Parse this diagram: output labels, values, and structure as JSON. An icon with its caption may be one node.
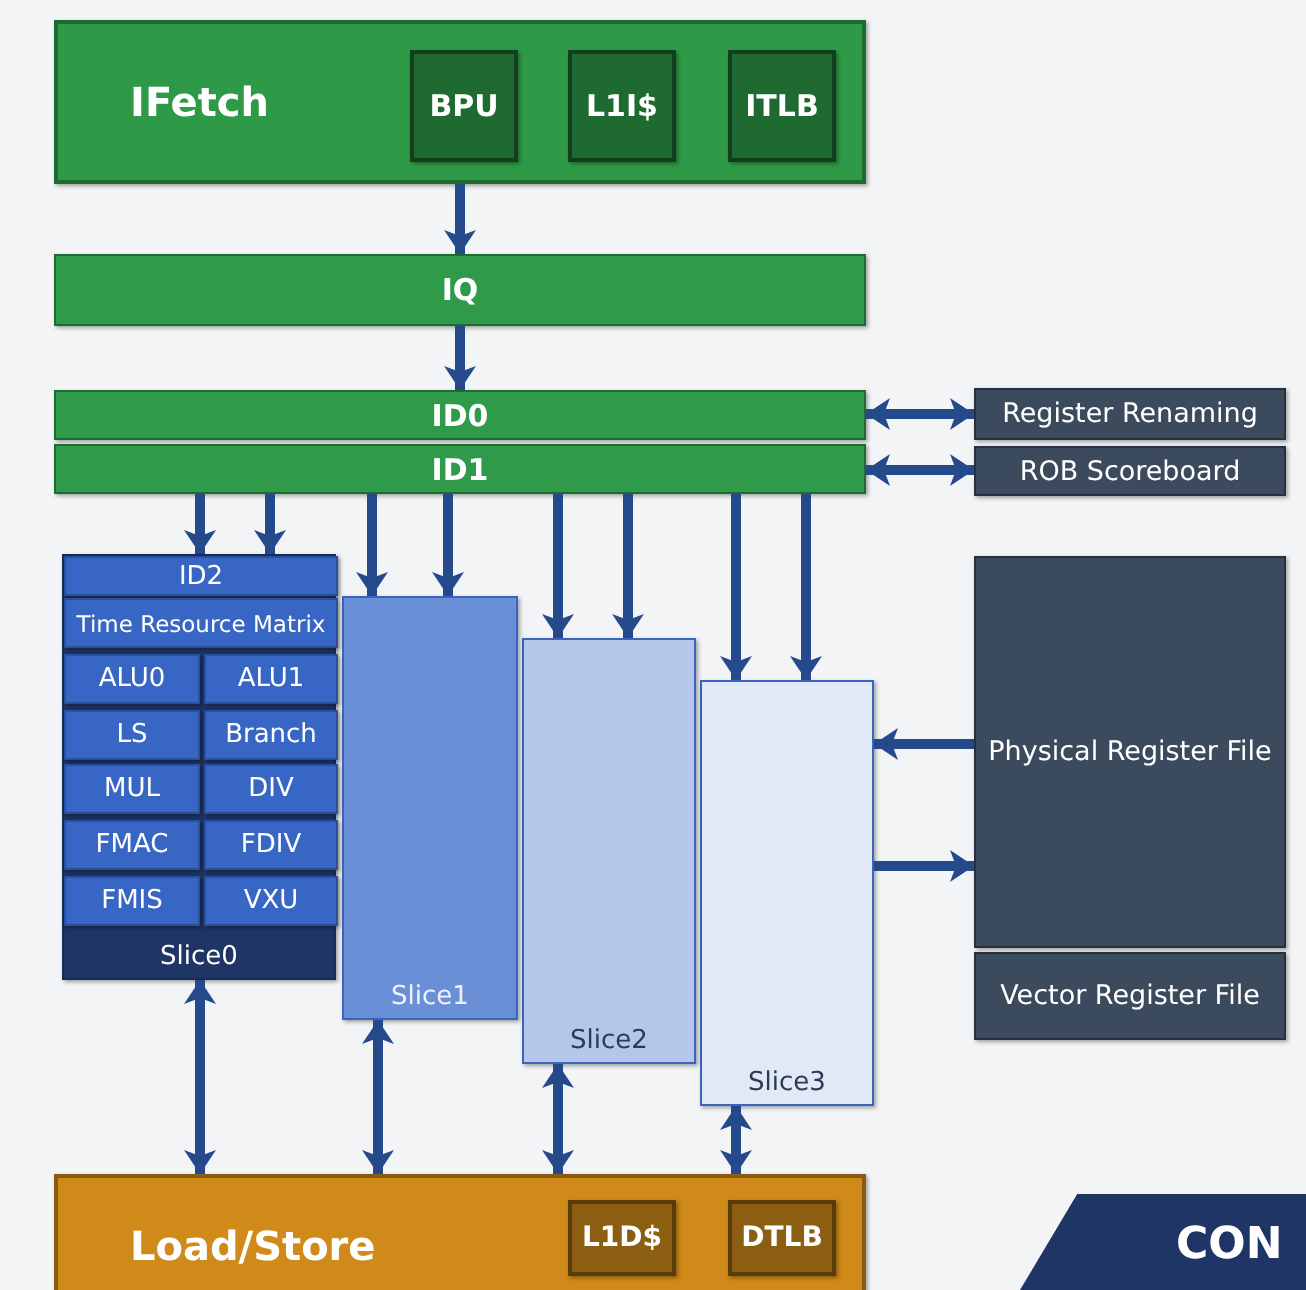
{
  "diagram": {
    "nodes": [
      {
        "text": [
          "IFetch"
        ]
      },
      {
        "text": [
          "BPU"
        ],
        "in": 0
      },
      {
        "text": [
          "L1I$"
        ],
        "in": 0
      },
      {
        "text": [
          "ITLB"
        ],
        "in": 0
      },
      {
        "text": [
          "IQ"
        ]
      },
      {
        "text": [
          "ID0"
        ]
      },
      {
        "text": [
          "ID1"
        ]
      },
      {
        "text": [
          "Register Renaming"
        ]
      },
      {
        "text": [
          "ROB Scoreboard"
        ]
      },
      {
        "text": [
          "Slice0"
        ]
      },
      {
        "text": [
          "ID2"
        ],
        "in": 9
      },
      {
        "text": [
          "Time Resource Matrix"
        ],
        "in": 9
      },
      {
        "text": [
          "ALU0"
        ],
        "in": 9
      },
      {
        "text": [
          "ALU1"
        ],
        "in": 9
      },
      {
        "text": [
          "LS"
        ],
        "in": 9
      },
      {
        "text": [
          "Branch"
        ],
        "in": 9
      },
      {
        "text": [
          "MUL"
        ],
        "in": 9
      },
      {
        "text": [
          "DIV"
        ],
        "in": 9
      },
      {
        "text": [
          "FMAC"
        ],
        "in": 9
      },
      {
        "text": [
          "FDIV"
        ],
        "in": 9
      },
      {
        "text": [
          "FMIS"
        ],
        "in": 9
      },
      {
        "text": [
          "VXU"
        ],
        "in": 9
      },
      {
        "text": [
          "Slice1"
        ]
      },
      {
        "text": [
          "Slice2"
        ]
      },
      {
        "text": [
          "Slice3"
        ]
      },
      {
        "text": [
          "Physical Register File"
        ]
      },
      {
        "text": [
          "Vector Register File"
        ]
      },
      {
        "text": [
          "Load/Store"
        ]
      },
      {
        "text": [
          "L1D$"
        ],
        "in": 27
      },
      {
        "text": [
          "DTLB"
        ],
        "in": 27
      }
    ],
    "edges": [
      {
        "from": 0,
        "to": 4,
        "arrow": "to"
      },
      {
        "from": 4,
        "to": 5,
        "arrow": "to"
      },
      {
        "from": 5,
        "to": 7,
        "arrow": "both"
      },
      {
        "from": 6,
        "to": 8,
        "arrow": "both"
      },
      {
        "from": 6,
        "to": 10,
        "arrow": "to"
      },
      {
        "from": 6,
        "to": 10,
        "arrow": "to"
      },
      {
        "from": 6,
        "to": 22,
        "arrow": "to"
      },
      {
        "from": 6,
        "to": 22,
        "arrow": "to"
      },
      {
        "from": 6,
        "to": 23,
        "arrow": "to"
      },
      {
        "from": 6,
        "to": 23,
        "arrow": "to"
      },
      {
        "from": 6,
        "to": 24,
        "arrow": "to"
      },
      {
        "from": 6,
        "to": 24,
        "arrow": "to"
      },
      {
        "from": 25,
        "to": 24,
        "arrow": "to"
      },
      {
        "from": 24,
        "to": 25,
        "arrow": "to"
      },
      {
        "from": 9,
        "to": 27,
        "arrow": "both"
      },
      {
        "from": 22,
        "to": 27,
        "arrow": "both"
      },
      {
        "from": 23,
        "to": 27,
        "arrow": "both"
      },
      {
        "from": 24,
        "to": 27,
        "arrow": "both"
      }
    ],
    "labels": [
      "CON"
    ]
  }
}
